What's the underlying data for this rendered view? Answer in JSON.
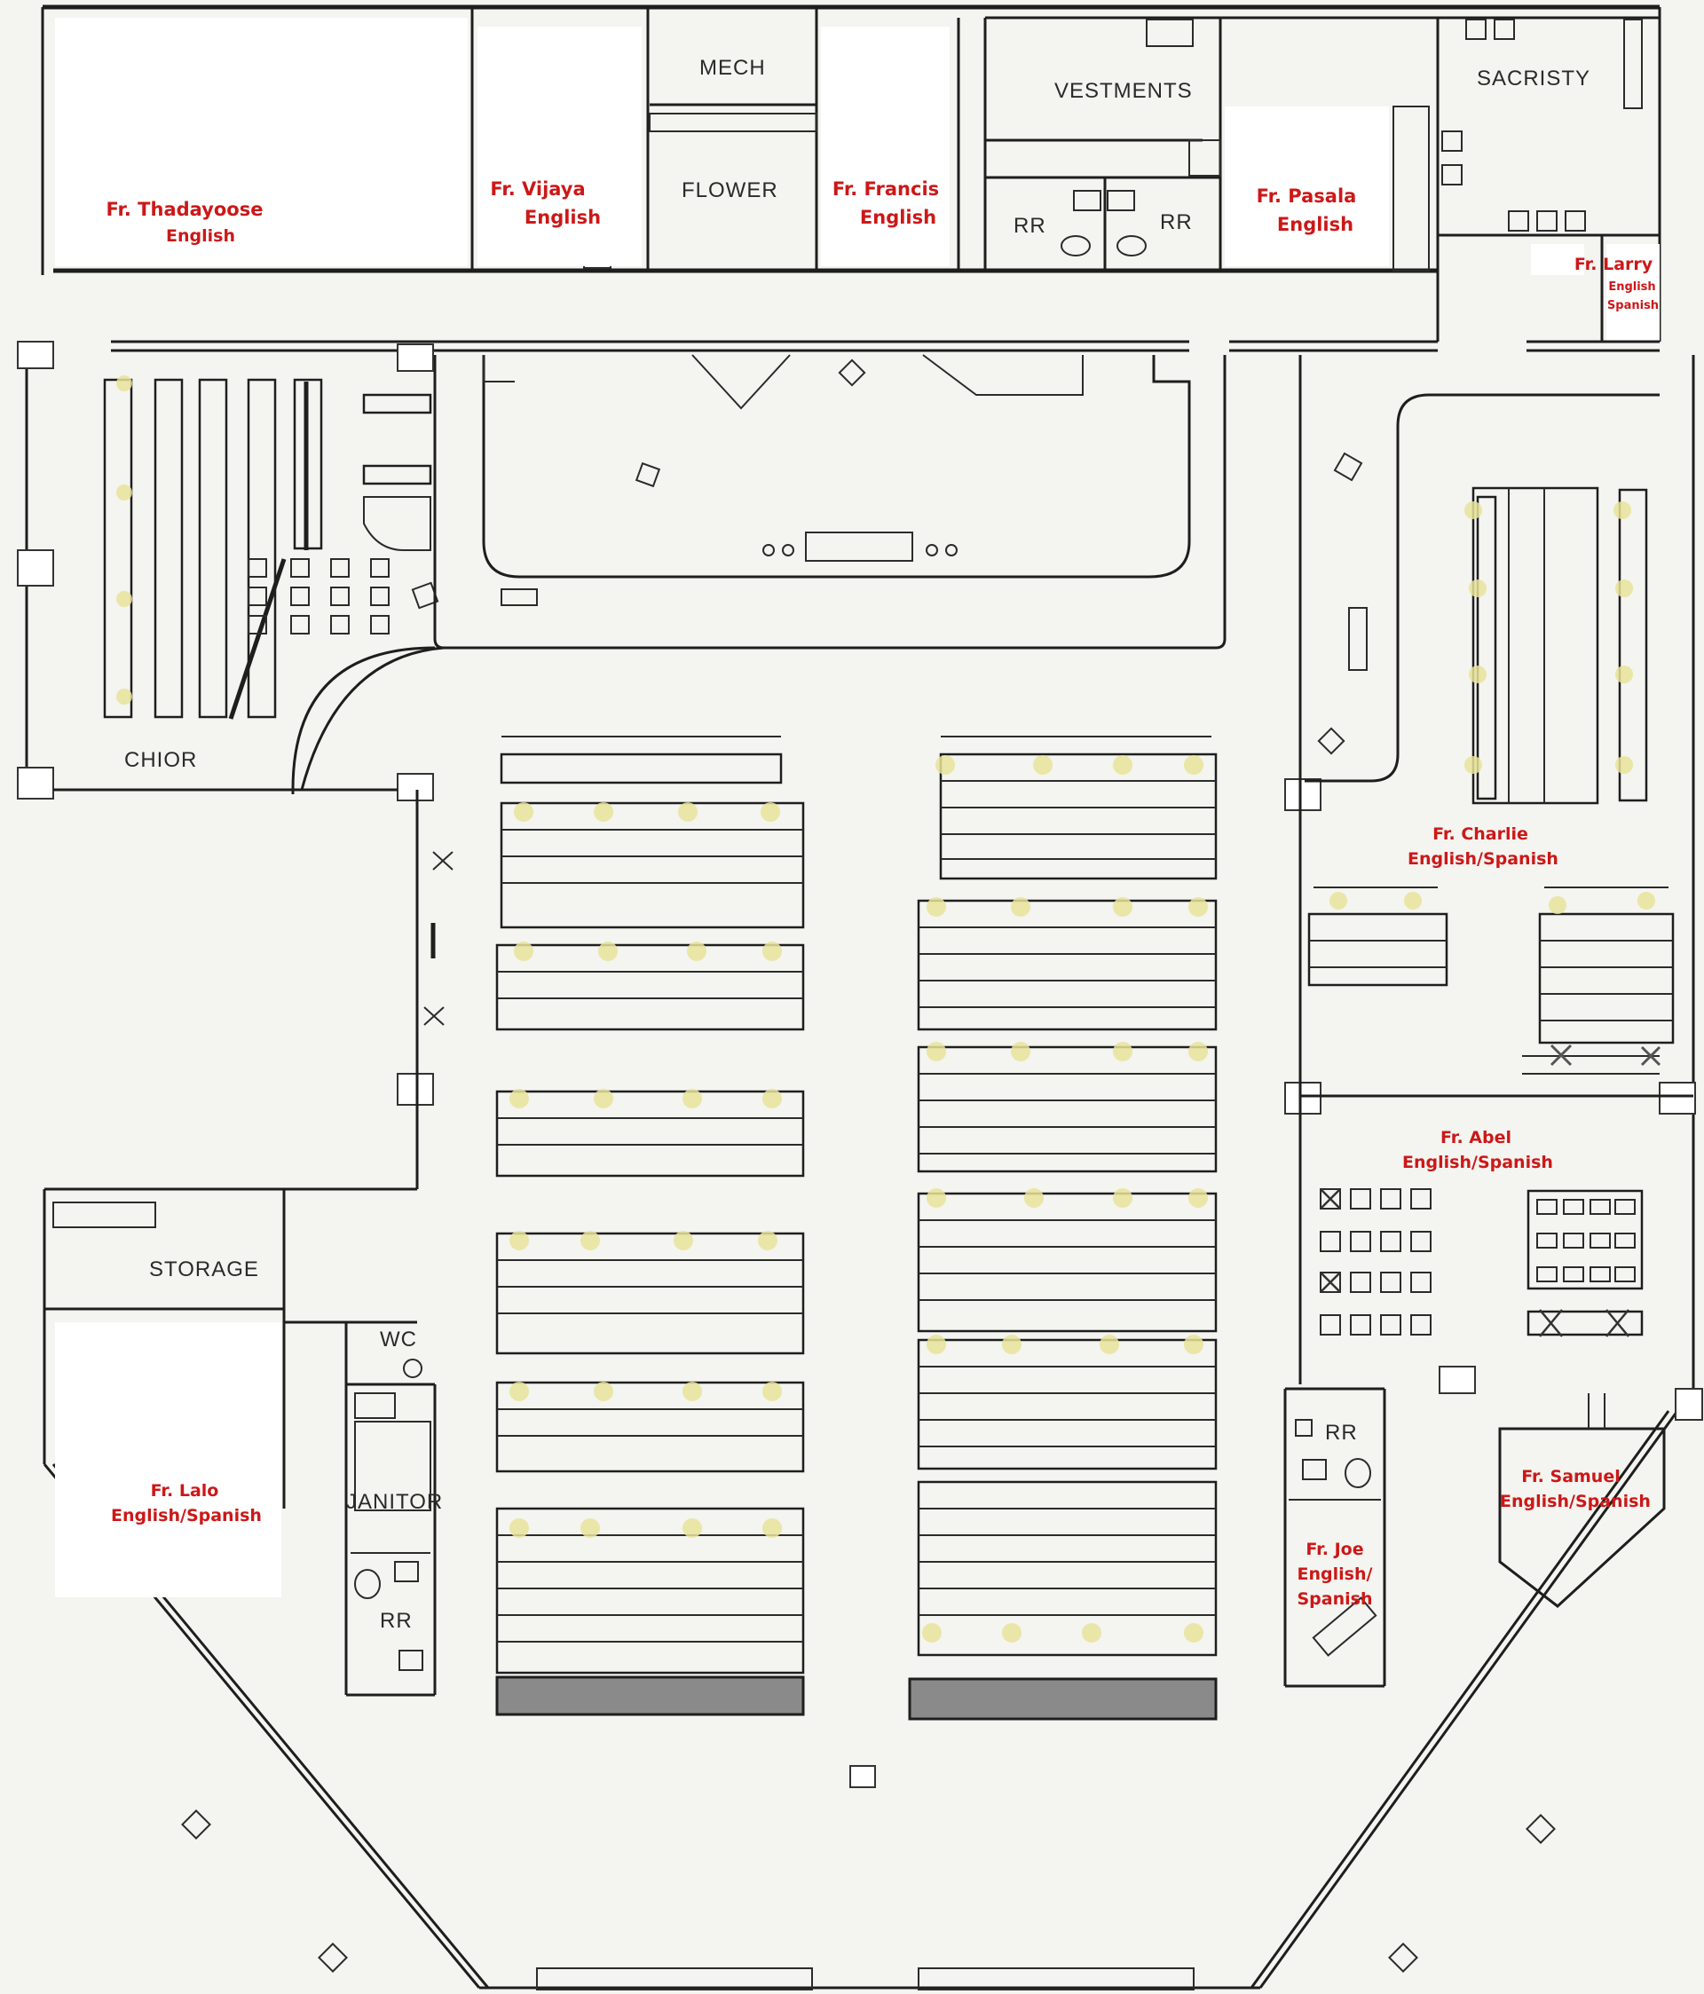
{
  "rooms": {
    "mech": "MECH",
    "flower": "FLOWER",
    "vestments": "VESTMENTS",
    "sacristy": "SACRISTY",
    "rr_left": "RR",
    "rr_right": "RR",
    "choir": "CHIOR",
    "storage": "STORAGE",
    "wc": "WC",
    "janitor": "JANITOR",
    "rr_janitor": "RR",
    "rr_joe": "RR"
  },
  "priests": {
    "thadayoose": {
      "name": "Fr. Thadayoose",
      "lang": "English"
    },
    "vijaya": {
      "name": "Fr. Vijaya",
      "lang": "English"
    },
    "francis": {
      "name": "Fr. Francis",
      "lang": "English"
    },
    "pasala": {
      "name": "Fr. Pasala",
      "lang": "English"
    },
    "larry": {
      "name": "Fr. Larry",
      "lang1": "English",
      "lang2": "Spanish"
    },
    "charlie": {
      "name": "Fr. Charlie",
      "lang": "English/Spanish"
    },
    "abel": {
      "name": "Fr. Abel",
      "lang": "English/Spanish"
    },
    "lalo": {
      "name": "Fr. Lalo",
      "lang": "English/Spanish"
    },
    "samuel": {
      "name": "Fr. Samuel",
      "lang": "English/Spanish"
    },
    "joe": {
      "name": "Fr. Joe",
      "lang1": "English/",
      "lang2": "Spanish"
    }
  },
  "colors": {
    "priest_label": "#cc1818",
    "wall": "#1e1e1e",
    "seat_marker": "#e8e39a",
    "paper": "#f4f4f0"
  }
}
